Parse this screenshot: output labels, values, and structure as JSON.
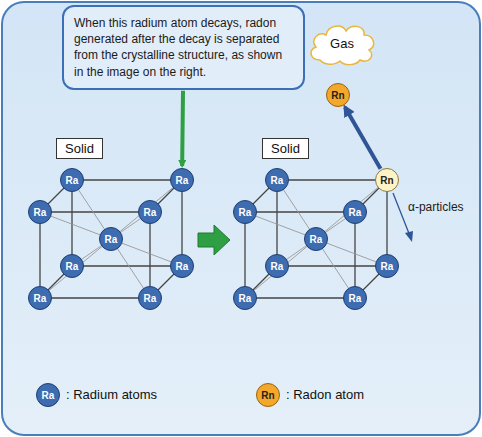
{
  "diagram": {
    "nodes": [
      {
        "text": [
          "When this radium atom decays, radon generated after the decay is separated from the crystalline structure, as shown in the image on the right."
        ]
      },
      {
        "text": [
          "Gas"
        ]
      },
      {
        "text": [
          "Rn"
        ]
      },
      {
        "text": [
          "Solid"
        ]
      },
      {
        "text": [
          "Ra"
        ]
      },
      {
        "text": [
          "Ra"
        ]
      },
      {
        "text": [
          "Ra"
        ]
      },
      {
        "text": [
          "Ra"
        ]
      },
      {
        "text": [
          "Ra"
        ]
      },
      {
        "text": [
          "Ra"
        ]
      },
      {
        "text": [
          "Ra"
        ]
      },
      {
        "text": [
          "Ra"
        ]
      },
      {
        "text": [
          "Ra"
        ]
      },
      {
        "text": [
          "Solid"
        ]
      },
      {
        "text": [
          "Ra"
        ]
      },
      {
        "text": [
          "Rn"
        ]
      },
      {
        "text": [
          "Ra"
        ]
      },
      {
        "text": [
          "Ra"
        ]
      },
      {
        "text": [
          "Ra"
        ]
      },
      {
        "text": [
          "Ra"
        ]
      },
      {
        "text": [
          "Ra"
        ]
      },
      {
        "text": [
          "Ra"
        ]
      },
      {
        "text": [
          "Ra"
        ]
      }
    ],
    "edges": [
      {
        "from": 0,
        "to": 5,
        "arrow": "to"
      },
      {
        "from": 15,
        "to": 2,
        "arrow": "to"
      }
    ],
    "labels": [
      "α-particles",
      "Ra",
      "Rn"
    ],
    "legend": [
      {
        "text": ": Radium atoms",
        "color": "#3d6cb0"
      },
      {
        "text": ": Radon atom",
        "color": "#f3a72b"
      }
    ]
  }
}
